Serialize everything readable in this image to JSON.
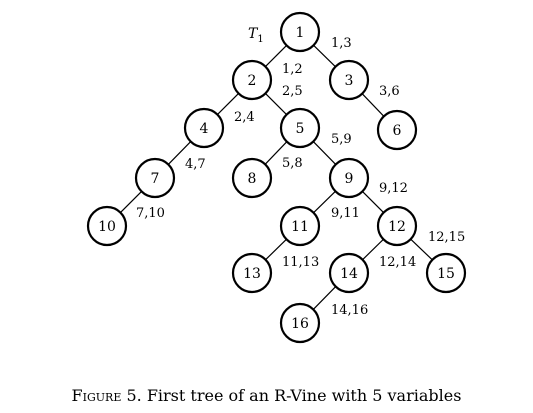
{
  "tree_label": {
    "main": "T",
    "sub": "1"
  },
  "nodes": [
    {
      "id": "1",
      "label": "1"
    },
    {
      "id": "2",
      "label": "2"
    },
    {
      "id": "3",
      "label": "3"
    },
    {
      "id": "4",
      "label": "4"
    },
    {
      "id": "5",
      "label": "5"
    },
    {
      "id": "6",
      "label": "6"
    },
    {
      "id": "7",
      "label": "7"
    },
    {
      "id": "8",
      "label": "8"
    },
    {
      "id": "9",
      "label": "9"
    },
    {
      "id": "10",
      "label": "10"
    },
    {
      "id": "11",
      "label": "11"
    },
    {
      "id": "12",
      "label": "12"
    },
    {
      "id": "13",
      "label": "13"
    },
    {
      "id": "14",
      "label": "14"
    },
    {
      "id": "15",
      "label": "15"
    },
    {
      "id": "16",
      "label": "16"
    }
  ],
  "edges": [
    {
      "from": "1",
      "to": "2",
      "label": "1,2"
    },
    {
      "from": "1",
      "to": "3",
      "label": "1,3"
    },
    {
      "from": "2",
      "to": "4",
      "label": "2,4"
    },
    {
      "from": "2",
      "to": "5",
      "label": "2,5"
    },
    {
      "from": "3",
      "to": "6",
      "label": "3,6"
    },
    {
      "from": "4",
      "to": "7",
      "label": "4,7"
    },
    {
      "from": "5",
      "to": "8",
      "label": "5,8"
    },
    {
      "from": "5",
      "to": "9",
      "label": "5,9"
    },
    {
      "from": "7",
      "to": "10",
      "label": "7,10"
    },
    {
      "from": "9",
      "to": "11",
      "label": "9,11"
    },
    {
      "from": "9",
      "to": "12",
      "label": "9,12"
    },
    {
      "from": "11",
      "to": "13",
      "label": "11,13"
    },
    {
      "from": "12",
      "to": "14",
      "label": "12,14"
    },
    {
      "from": "12",
      "to": "15",
      "label": "12,15"
    },
    {
      "from": "14",
      "to": "16",
      "label": "14,16"
    }
  ],
  "caption": {
    "figure": "Figure 5.",
    "text": "First tree of an R-Vine with 5 variables"
  }
}
